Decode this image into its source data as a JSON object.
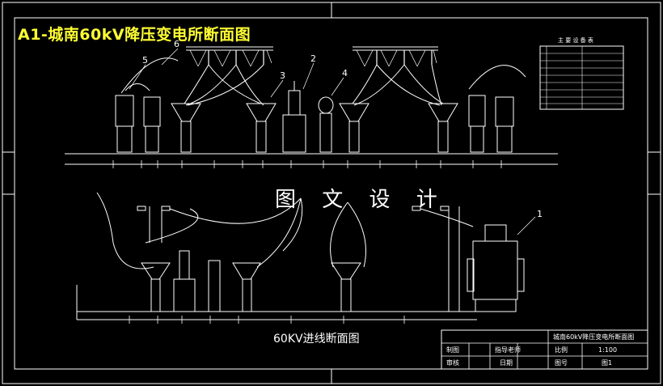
{
  "title_overlay": "A1-城南60kV降压变电所断面图",
  "watermark": "图 文 设 计",
  "lower_section_title": "60KV进线断面图",
  "callouts": [
    "1",
    "2",
    "3",
    "4",
    "5",
    "6"
  ],
  "equipment_table_title": "主 要 设 备 表",
  "title_block": {
    "drawing_name": "城南60kV降压变电所断面图",
    "row1_left": "制图",
    "row1_mid": "指导老师",
    "row1_scale_label": "比例",
    "row1_scale_value": "1:100",
    "row2_left": "审核",
    "row2_mid": "日期",
    "row2_sheet_label": "图号",
    "row2_sheet_value": "图1"
  },
  "colors": {
    "background": "#000000",
    "lines": "#ffffff",
    "title": "#ffff33"
  }
}
